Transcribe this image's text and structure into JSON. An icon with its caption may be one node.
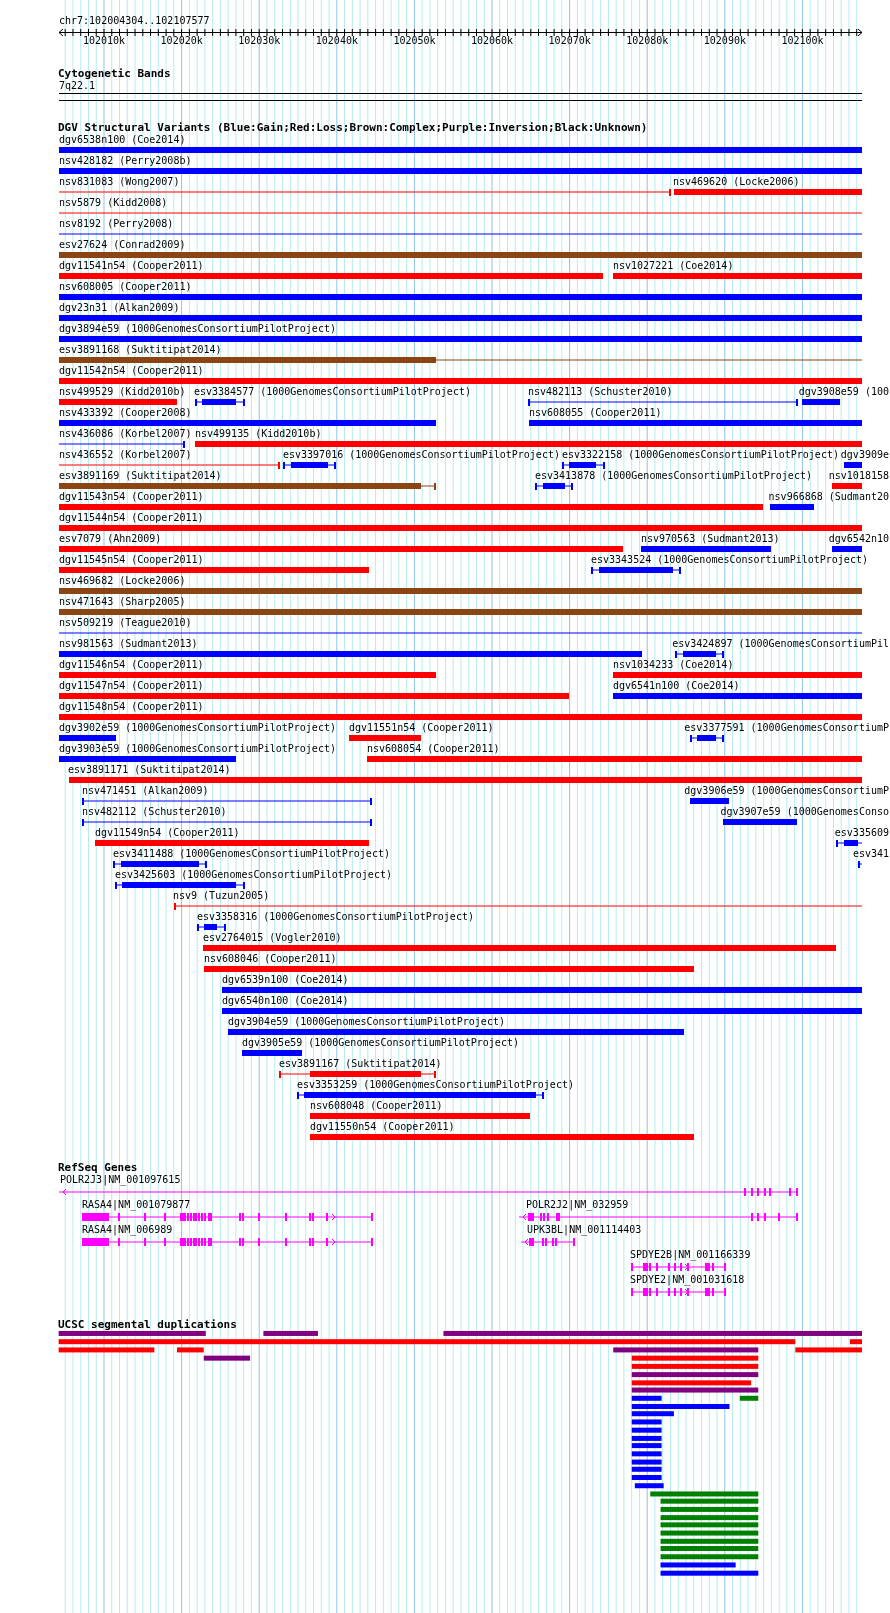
{
  "diagram": {
    "labels": [
      "chr7:102004304..102107577",
      "102010k",
      "102020k",
      "102030k",
      "102040k",
      "102050k",
      "102060k",
      "102070k",
      "102080k",
      "102090k",
      "102100k",
      "Cytogenetic Bands",
      "7q22.1",
      "DGV Structural Variants (Blue:Gain;Red:Loss;Brown:Complex;Purple:Inversion;Black:Unknown)",
      "dgv6538n100 (Coe2014)",
      "nsv428182 (Perry2008b)",
      "nsv831083 (Wong2007)",
      "nsv469620 (Locke2006)",
      "nsv5879 (Kidd2008)",
      "nsv8192 (Perry2008)",
      "esv27624 (Conrad2009)",
      "dgv11541n54 (Cooper2011)",
      "nsv1027221 (Coe2014)",
      "nsv608005 (Cooper2011)",
      "dgv23n31 (Alkan2009)",
      "dgv3894e59 (1000GenomesConsortiumPilotProject)",
      "esv3891168 (Suktitipat2014)",
      "dgv11542n54 (Cooper2011)",
      "nsv499529 (Kidd2010b)",
      "esv3384577 (1000GenomesConsortiumPilotProject)",
      "nsv482113 (Schuster2010)",
      "dgv3908e59 (100",
      "nsv433392 (Cooper2008)",
      "nsv608055 (Cooper2011)",
      "nsv436086 (Korbel2007)",
      "nsv499135 (Kidd2010b)",
      "nsv436552 (Korbel2007)",
      "esv3397016 (1000GenomesConsortiumPilotProject)",
      "esv3322158 (1000GenomesConsortiumPilotProject)",
      "dgv3909e",
      "esv3891169 (Suktitipat2014)",
      "esv3413878 (1000GenomesConsortiumPilotProject)",
      "nsv1018158",
      "dgv11543n54 (Cooper2011)",
      "nsv966868 (Sudmant20",
      "dgv11544n54 (Cooper2011)",
      "esv7079 (Ahn2009)",
      "nsv970563 (Sudmant2013)",
      "dgv6542n10",
      "dgv11545n54 (Cooper2011)",
      "esv3343524 (1000GenomesConsortiumPilotProject)",
      "nsv469682 (Locke2006)",
      "nsv471643 (Sharp2005)",
      "nsv509219 (Teague2010)",
      "nsv981563 (Sudmant2013)",
      "esv3424897 (1000GenomesConsortiumPil",
      "dgv11546n54 (Cooper2011)",
      "nsv1034233 (Coe2014)",
      "dgv11547n54 (Cooper2011)",
      "dgv6541n100 (Coe2014)",
      "dgv11548n54 (Cooper2011)",
      "dgv3902e59 (1000GenomesConsortiumPilotProject)",
      "dgv11551n54 (Cooper2011)",
      "esv3377591 (1000GenomesConsortiumP",
      "dgv3903e59 (1000GenomesConsortiumPilotProject)",
      "nsv608054 (Cooper2011)",
      "esv3891171 (Suktitipat2014)",
      "nsv471451 (Alkan2009)",
      "dgv3906e59 (1000GenomesConsortiumP",
      "nsv482112 (Schuster2010)",
      "dgv3907e59 (1000GenomesConso",
      "dgv11549n54 (Cooper2011)",
      "esv335609",
      "esv3411488 (1000GenomesConsortiumPilotProject)",
      "esv341",
      "esv3425603 (1000GenomesConsortiumPilotProject)",
      "nsv9 (Tuzun2005)",
      "esv3358316 (1000GenomesConsortiumPilotProject)",
      "esv2764015 (Vogler2010)",
      "nsv608046 (Cooper2011)",
      "dgv6539n100 (Coe2014)",
      "dgv6540n100 (Coe2014)",
      "dgv3904e59 (1000GenomesConsortiumPilotProject)",
      "dgv3905e59 (1000GenomesConsortiumPilotProject)",
      "esv3891167 (Suktitipat2014)",
      "esv3353259 (1000GenomesConsortiumPilotProject)",
      "nsv608048 (Cooper2011)",
      "dgv11550n54 (Cooper2011)",
      "RefSeq Genes",
      "POLR2J3|NM_001097615",
      "RASA4|NM_001079877",
      "POLR2J2|NM_032959",
      "RASA4|NM_006989",
      "UPK3BL|NM_001114403",
      "SPDYE2B|NM_001166339",
      "SPDYE2|NM_001031618",
      "UCSC segmental duplications"
    ]
  }
}
